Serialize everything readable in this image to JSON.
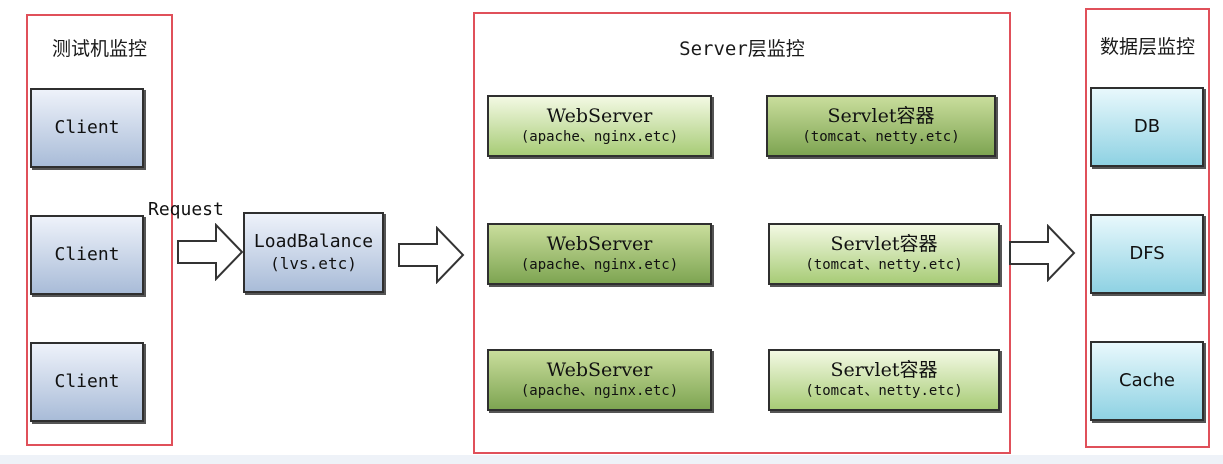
{
  "panels": {
    "client": {
      "title": "测试机监控"
    },
    "server": {
      "title": "Server层监控"
    },
    "data": {
      "title": "数据层监控"
    }
  },
  "clients": [
    {
      "label": "Client"
    },
    {
      "label": "Client"
    },
    {
      "label": "Client"
    }
  ],
  "request_label": "Request",
  "loadbalance": {
    "label": "LoadBalance",
    "sub": "(lvs.etc)"
  },
  "webservers": [
    {
      "label": "WebServer",
      "sub": "(apache、nginx.etc)"
    },
    {
      "label": "WebServer",
      "sub": "(apache、nginx.etc)"
    },
    {
      "label": "WebServer",
      "sub": "(apache、nginx.etc)"
    }
  ],
  "servlets": [
    {
      "label": "Servlet容器",
      "sub": "(tomcat、netty.etc)"
    },
    {
      "label": "Servlet容器",
      "sub": "(tomcat、netty.etc)"
    },
    {
      "label": "Servlet容器",
      "sub": "(tomcat、netty.etc)"
    }
  ],
  "data_nodes": [
    {
      "label": "DB"
    },
    {
      "label": "DFS"
    },
    {
      "label": "Cache"
    }
  ],
  "colors": {
    "panel_border": "#e0505a",
    "client_fill": "#a9bcd8",
    "server_fill": "#a8cc77",
    "data_fill": "#8fd2e3"
  }
}
